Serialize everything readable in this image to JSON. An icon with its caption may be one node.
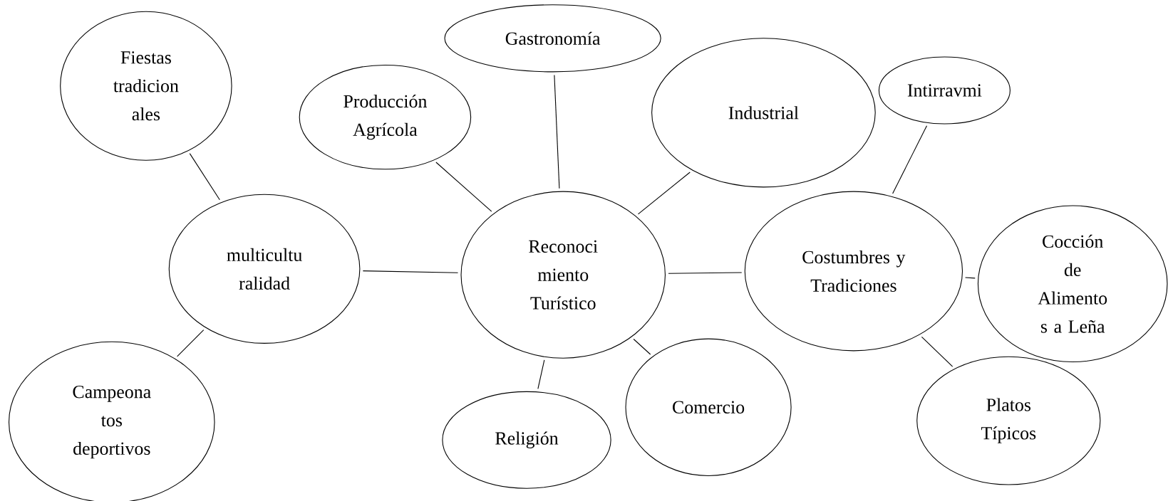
{
  "diagram": {
    "nodes": [
      {
        "text": [
          "Gastronomía"
        ]
      },
      {
        "text": [
          "Fiestas tradicion ales"
        ]
      },
      {
        "text": [
          "Intirravmi"
        ]
      },
      {
        "text": [
          "Industrial"
        ]
      },
      {
        "text": [
          "Producción Agrícola"
        ]
      },
      {
        "text": [
          "multicultu ralidad"
        ]
      },
      {
        "text": [
          "Reconoci miento Turístico"
        ]
      },
      {
        "text": [
          "Costumbres y Tradiciones"
        ]
      },
      {
        "text": [
          "Cocción de Alimento s a Leña"
        ]
      },
      {
        "text": [
          "Campeona tos deportivos"
        ]
      },
      {
        "text": [
          "Comercio"
        ]
      },
      {
        "text": [
          "Platos Típicos"
        ]
      },
      {
        "text": [
          "Religión"
        ]
      }
    ],
    "edges": [
      {
        "from": 5,
        "to": 1,
        "arrow": "none"
      },
      {
        "from": 5,
        "to": 9,
        "arrow": "none"
      },
      {
        "from": 5,
        "to": 6,
        "arrow": "none"
      },
      {
        "from": 6,
        "to": 4,
        "arrow": "none"
      },
      {
        "from": 6,
        "to": 0,
        "arrow": "none"
      },
      {
        "from": 6,
        "to": 3,
        "arrow": "none"
      },
      {
        "from": 6,
        "to": 12,
        "arrow": "none"
      },
      {
        "from": 6,
        "to": 10,
        "arrow": "none"
      },
      {
        "from": 6,
        "to": 7,
        "arrow": "none"
      },
      {
        "from": 7,
        "to": 2,
        "arrow": "none"
      },
      {
        "from": 7,
        "to": 8,
        "arrow": "none"
      },
      {
        "from": 7,
        "to": 11,
        "arrow": "none"
      }
    ]
  }
}
